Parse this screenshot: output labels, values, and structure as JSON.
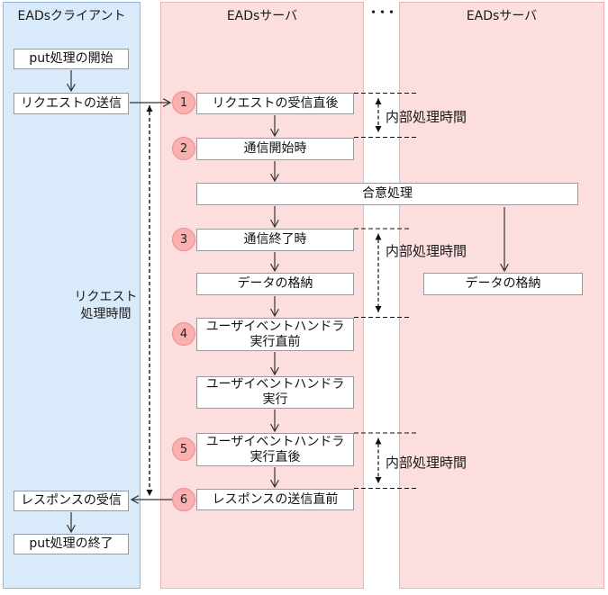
{
  "diagram": {
    "client_panel": {
      "title": "EADsクライアント"
    },
    "server_panel_1": {
      "title": "EADsサーバ"
    },
    "server_panel_2": {
      "title": "EADsサーバ"
    },
    "ellipsis": "・・・"
  },
  "client": {
    "put_start": "put処理の開始",
    "request_send": "リクエストの送信",
    "response_receive": "レスポンスの受信",
    "put_end": "put処理の終了",
    "request_time": "リクエスト\n処理時間"
  },
  "server": {
    "steps": [
      {
        "num": "1",
        "label": "リクエストの受信直後"
      },
      {
        "num": "2",
        "label": "通信開始時"
      },
      {
        "num": "3",
        "label": "通信終了時"
      },
      {
        "num": "4",
        "label": "ユーザイベントハンドラ\n実行直前"
      },
      {
        "num": "5",
        "label": "ユーザイベントハンドラ\n実行直後"
      },
      {
        "num": "6",
        "label": "レスポンスの送信直前"
      }
    ],
    "agreement": "合意処理",
    "data_store": "データの格納",
    "handler_exec": "ユーザイベントハンドラ\n実行",
    "remote_data_store": "データの格納"
  },
  "annotations": {
    "internal_time_1": "内部処理時間",
    "internal_time_2": "内部処理時間",
    "internal_time_3": "内部処理時間"
  },
  "colors": {
    "client_bg": "#d9eafa",
    "client_border": "#8fb8e0",
    "server_bg": "#fcdede",
    "server_border": "#f2b0b0",
    "circle_bg": "#f8b0b0",
    "circle_border": "#ef8d8d"
  }
}
